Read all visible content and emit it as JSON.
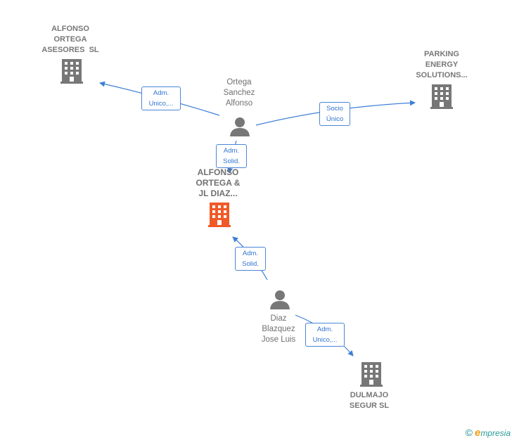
{
  "nodes": {
    "alfonso_ortega_asesores": {
      "label": [
        "ALFONSO",
        "ORTEGA",
        "ASESORES  SL"
      ],
      "kind": "company",
      "icon": "building-icon",
      "color": "#777777"
    },
    "parking_energy": {
      "label": [
        "PARKING",
        "ENERGY",
        "SOLUTIONS..."
      ],
      "kind": "company",
      "icon": "building-icon",
      "color": "#777777"
    },
    "ortega_sanchez": {
      "label": [
        "Ortega",
        "Sanchez",
        "Alfonso"
      ],
      "kind": "person",
      "icon": "person-icon",
      "color": "#777777"
    },
    "focal_company": {
      "label": [
        "ALFONSO",
        "ORTEGA &",
        "JL DIAZ..."
      ],
      "kind": "company",
      "icon": "building-icon",
      "color": "#f05a28"
    },
    "diaz_blazquez": {
      "label": [
        "Diaz",
        "Blazquez",
        "Jose Luis"
      ],
      "kind": "person",
      "icon": "person-icon",
      "color": "#777777"
    },
    "dulmajo": {
      "label": [
        "DULMAJO",
        "SEGUR SL"
      ],
      "kind": "company",
      "icon": "building-icon",
      "color": "#777777"
    }
  },
  "edges": {
    "e1": {
      "from": "ortega_sanchez",
      "to": "alfonso_ortega_asesores",
      "label": [
        "Adm.",
        "Unico,..."
      ]
    },
    "e2": {
      "from": "ortega_sanchez",
      "to": "parking_energy",
      "label": [
        "Socio",
        "Único"
      ]
    },
    "e3": {
      "from": "ortega_sanchez",
      "to": "focal_company",
      "label": [
        "Adm.",
        "Solid."
      ]
    },
    "e4": {
      "from": "diaz_blazquez",
      "to": "focal_company",
      "label": [
        "Adm.",
        "Solid."
      ]
    },
    "e5": {
      "from": "diaz_blazquez",
      "to": "dulmajo",
      "label": [
        "Adm.",
        "Unico,..."
      ]
    }
  },
  "colors": {
    "edge": "#3d7fd6",
    "node_gray": "#777777",
    "focal": "#f05a28"
  },
  "brand": {
    "copyright": "©",
    "initial": "e",
    "name": "mpresia"
  }
}
